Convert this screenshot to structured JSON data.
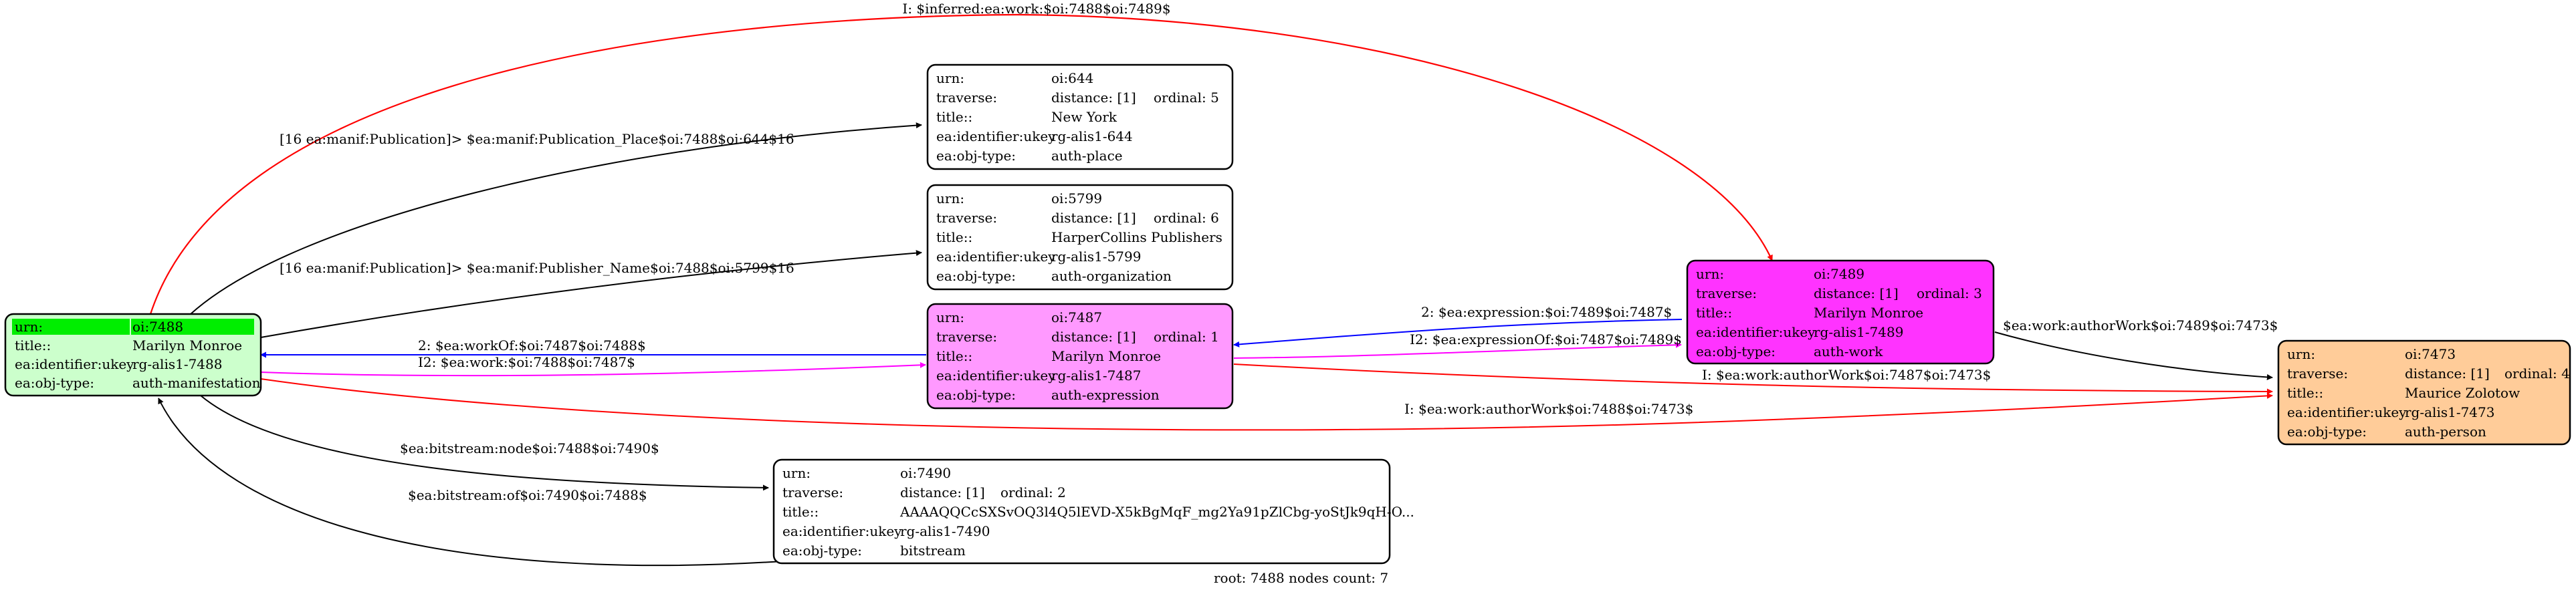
{
  "footer": "root: 7488 nodes count: 7",
  "colors": {
    "root_header": "#00ee00",
    "root_body": "#ccffcc",
    "expression_fill": "#ff99ff",
    "work_fill": "#ff33ff",
    "person_fill": "#ffcc99",
    "plain_fill": "#ffffff",
    "edge_black": "#000000",
    "edge_red": "#ff0000",
    "edge_blue": "#0000ff",
    "edge_magenta": "#ff00ff"
  },
  "nodes": {
    "n7488": {
      "rows": [
        {
          "k": "urn:",
          "v": "oi:7488"
        },
        {
          "k": "title::",
          "v": "Marilyn Monroe"
        },
        {
          "k": "ea:identifier:ukey",
          "v": "rg-alis1-7488"
        },
        {
          "k": "ea:obj-type:",
          "v": "auth-manifestation"
        }
      ]
    },
    "n644": {
      "rows": [
        {
          "k": "urn:",
          "v": "oi:644"
        },
        {
          "k": "traverse:",
          "v": "distance: [1]",
          "v2": "ordinal: 5"
        },
        {
          "k": "title::",
          "v": "New York"
        },
        {
          "k": "ea:identifier:ukey",
          "v": "rg-alis1-644"
        },
        {
          "k": "ea:obj-type:",
          "v": "auth-place"
        }
      ]
    },
    "n5799": {
      "rows": [
        {
          "k": "urn:",
          "v": "oi:5799"
        },
        {
          "k": "traverse:",
          "v": "distance: [1]",
          "v2": "ordinal: 6"
        },
        {
          "k": "title::",
          "v": "HarperCollins Publishers"
        },
        {
          "k": "ea:identifier:ukey",
          "v": "rg-alis1-5799"
        },
        {
          "k": "ea:obj-type:",
          "v": "auth-organization"
        }
      ]
    },
    "n7487": {
      "rows": [
        {
          "k": "urn:",
          "v": "oi:7487"
        },
        {
          "k": "traverse:",
          "v": "distance: [1]",
          "v2": "ordinal: 1"
        },
        {
          "k": "title::",
          "v": "Marilyn Monroe"
        },
        {
          "k": "ea:identifier:ukey",
          "v": "rg-alis1-7487"
        },
        {
          "k": "ea:obj-type:",
          "v": "auth-expression"
        }
      ]
    },
    "n7489": {
      "rows": [
        {
          "k": "urn:",
          "v": "oi:7489"
        },
        {
          "k": "traverse:",
          "v": "distance: [1]",
          "v2": "ordinal: 3"
        },
        {
          "k": "title::",
          "v": "Marilyn Monroe"
        },
        {
          "k": "ea:identifier:ukey",
          "v": "rg-alis1-7489"
        },
        {
          "k": "ea:obj-type:",
          "v": "auth-work"
        }
      ]
    },
    "n7473": {
      "rows": [
        {
          "k": "urn:",
          "v": "oi:7473"
        },
        {
          "k": "traverse:",
          "v": "distance: [1]",
          "v2": "ordinal: 4"
        },
        {
          "k": "title::",
          "v": "Maurice Zolotow"
        },
        {
          "k": "ea:identifier:ukey",
          "v": "rg-alis1-7473"
        },
        {
          "k": "ea:obj-type:",
          "v": "auth-person"
        }
      ]
    },
    "n7490": {
      "rows": [
        {
          "k": "urn:",
          "v": "oi:7490"
        },
        {
          "k": "traverse:",
          "v": "distance: [1]",
          "v2": "ordinal: 2"
        },
        {
          "k": "title::",
          "v": "AAAAQQCcSXSvOQ3l4Q5lEVD-X5kBgMqF_mg2Ya91pZlCbg-yoStJk9qH-O..."
        },
        {
          "k": "ea:identifier:ukey",
          "v": "rg-alis1-7490"
        },
        {
          "k": "ea:obj-type:",
          "v": "bitstream"
        }
      ]
    }
  },
  "edges": {
    "inferred_work": "I: $inferred:ea:work:$oi:7488$oi:7489$",
    "pub_place": "[16 ea:manif:Publication]> $ea:manif:Publication_Place$oi:7488$oi:644$16",
    "pub_name": "[16 ea:manif:Publication]> $ea:manif:Publisher_Name$oi:7488$oi:5799$16",
    "work_of": "2: $ea:workOf:$oi:7487$oi:7488$",
    "work": "I2: $ea:work:$oi:7488$oi:7487$",
    "expression": "2: $ea:expression:$oi:7489$oi:7487$",
    "expression_of": "I2: $ea:expressionOf:$oi:7487$oi:7489$",
    "author_work_7489": "$ea:work:authorWork$oi:7489$oi:7473$",
    "author_work_7487": "I: $ea:work:authorWork$oi:7487$oi:7473$",
    "author_work_7488": "I: $ea:work:authorWork$oi:7488$oi:7473$",
    "bitstream_node": "$ea:bitstream:node$oi:7488$oi:7490$",
    "bitstream_of": "$ea:bitstream:of$oi:7490$oi:7488$"
  }
}
